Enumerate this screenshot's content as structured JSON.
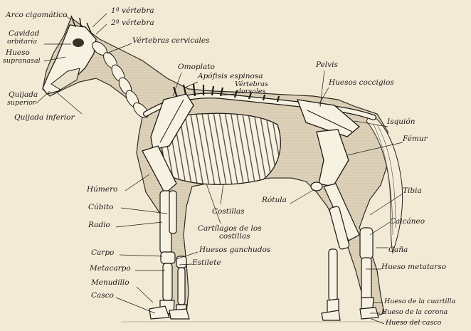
{
  "labels": {
    "arco_cigomatico": "Arco cigomático",
    "vertebra_1": "1ª vértebra",
    "vertebra_2": "2ª vértebra",
    "cavidad_orbitaria_1": "Cavidad",
    "cavidad_orbitaria_2": "orbitaria",
    "vertebras_cervicales": "Vértebras cervicales",
    "hueso_supranasal_1": "Hueso",
    "hueso_supranasal_2": "supranasal",
    "omoplato": "Omoplato",
    "apofisis_espinosa": "Apófisis espinosa",
    "pelvis": "Pelvis",
    "vertebras_dorsales_1": "Vértebras",
    "vertebras_dorsales_2": "dorsales",
    "huesos_coccigios": "Huesos coccigios",
    "quijada_superior_1": "Quijada",
    "quijada_superior_2": "superior",
    "quijada_inferior": "Quijada inferior",
    "isquion": "Isquión",
    "femur": "Fémur",
    "humero": "Húmero",
    "cubito": "Cúbito",
    "rotula": "Rótula",
    "tibia": "Tibia",
    "costillas": "Costillas",
    "radio": "Radio",
    "cartilagos_1": "Cartílagos de los",
    "cartilagos_2": "costillas",
    "calcaneo": "Calcáneo",
    "cana": "Caña",
    "carpo": "Carpo",
    "huesos_ganchudos": "Huesos ganchudos",
    "estilete": "Estilete",
    "metacarpo": "Metacarpo",
    "hueso_metatarso": "Hueso metatarso",
    "menudillo": "Menudillo",
    "casco": "Casco",
    "hueso_cuartilla": "Hueso de la cuartilla",
    "hueso_corona": "Hueso de la corona",
    "hueso_casco": "Hueso del casco"
  },
  "colors": {
    "paper": "#f3ead6",
    "shadow": "#d9cdb3",
    "ink": "#1c1a16",
    "bone": "#f7f1e2"
  }
}
